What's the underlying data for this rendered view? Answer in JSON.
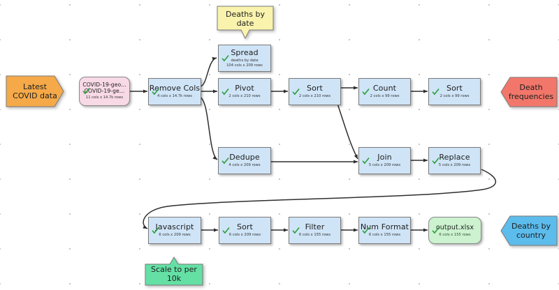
{
  "diagram": {
    "title": "COVID data processing workflow",
    "background": {
      "color": "#ffffff",
      "grid": "dot-grid"
    }
  },
  "palette": {
    "process_fill": "#cfe4f7",
    "process_stroke": "#7a7a7a",
    "file_pink_fill": "#f8d9e6",
    "file_green_fill": "#ccf2cf",
    "tag_orange": "#f5a948",
    "tag_yellow": "#f9f3ae",
    "tag_red": "#f2776a",
    "tag_blue": "#5cbcec",
    "tag_green": "#64e0a5",
    "check_green": "#2a9d3a",
    "edge_color": "#3a3a3a"
  },
  "tags": [
    {
      "name": "latest-covid-data",
      "label": "Latest\nCOVID data",
      "line1": "Latest",
      "line2": "COVID data",
      "color": "#f5a948",
      "direction": "right"
    },
    {
      "name": "deaths-by-date",
      "label": "Deaths by date",
      "line1": "Deaths by",
      "line2": "date",
      "color": "#f9f3ae",
      "direction": "down"
    },
    {
      "name": "death-frequencies",
      "label": "Death frequencies",
      "line1": "Death",
      "line2": "frequencies",
      "color": "#f2776a",
      "direction": "left"
    },
    {
      "name": "deaths-by-country",
      "label": "Deaths by country",
      "line1": "Deaths by",
      "line2": "country",
      "color": "#5cbcec",
      "direction": "left"
    },
    {
      "name": "scale-to-per-10k",
      "label": "Scale to per 10k",
      "line1": "Scale to per",
      "line2": "10k",
      "color": "#64e0a5",
      "direction": "up"
    }
  ],
  "nodes": [
    {
      "id": "covid-file",
      "kind": "file",
      "title_line1": "COVID-19-geo...",
      "title_line2": "COVID-19-ge...",
      "sub": "11 cols x 14.7k rows",
      "status": "ok"
    },
    {
      "id": "remove-cols",
      "kind": "process",
      "title": "Remove Cols",
      "sub": "4 cols x 14.7k rows",
      "status": "ok"
    },
    {
      "id": "spread",
      "kind": "process",
      "title": "Spread",
      "sub": "deaths by date",
      "sub2": "104 cols x 209 rows",
      "status": "ok"
    },
    {
      "id": "pivot",
      "kind": "process",
      "title": "Pivot",
      "sub": "2 cols x 210 rows",
      "status": "ok"
    },
    {
      "id": "sort-1",
      "kind": "process",
      "title": "Sort",
      "sub": "2 cols x 210 rows",
      "status": "ok"
    },
    {
      "id": "count",
      "kind": "process",
      "title": "Count",
      "sub": "2 cols x 99 rows",
      "status": "ok"
    },
    {
      "id": "sort-2",
      "kind": "process",
      "title": "Sort",
      "sub": "2 cols x 99 rows",
      "status": "ok"
    },
    {
      "id": "dedupe",
      "kind": "process",
      "title": "Dedupe",
      "sub": "4 cols x 209 rows",
      "status": "ok"
    },
    {
      "id": "join",
      "kind": "process",
      "title": "Join",
      "sub": "5 cols x 209 rows",
      "status": "ok"
    },
    {
      "id": "replace",
      "kind": "process",
      "title": "Replace",
      "sub": "5 cols x 209 rows",
      "status": "ok"
    },
    {
      "id": "javascript",
      "kind": "process",
      "title": "Javascript",
      "sub": "6 cols x 209 rows",
      "status": "ok"
    },
    {
      "id": "sort-3",
      "kind": "process",
      "title": "Sort",
      "sub": "6 cols x 209 rows",
      "status": "ok"
    },
    {
      "id": "filter",
      "kind": "process",
      "title": "Filter",
      "sub": "6 cols x 155 rows",
      "status": "ok"
    },
    {
      "id": "num-format",
      "kind": "process",
      "title": "Num Format",
      "sub": "6 cols x 155 rows",
      "status": "ok"
    },
    {
      "id": "output-file",
      "kind": "file",
      "title": "output.xlsx",
      "sub": "6 cols x 155 rows",
      "status": "ok"
    }
  ],
  "edges": [
    {
      "from": "covid-file",
      "to": "remove-cols"
    },
    {
      "from": "remove-cols",
      "to": "spread"
    },
    {
      "from": "remove-cols",
      "to": "pivot"
    },
    {
      "from": "remove-cols",
      "to": "dedupe"
    },
    {
      "from": "pivot",
      "to": "sort-1"
    },
    {
      "from": "sort-1",
      "to": "count"
    },
    {
      "from": "sort-1",
      "to": "join"
    },
    {
      "from": "count",
      "to": "sort-2"
    },
    {
      "from": "dedupe",
      "to": "join"
    },
    {
      "from": "join",
      "to": "replace"
    },
    {
      "from": "replace",
      "to": "javascript"
    },
    {
      "from": "javascript",
      "to": "sort-3"
    },
    {
      "from": "sort-3",
      "to": "filter"
    },
    {
      "from": "filter",
      "to": "num-format"
    },
    {
      "from": "num-format",
      "to": "output-file"
    }
  ]
}
